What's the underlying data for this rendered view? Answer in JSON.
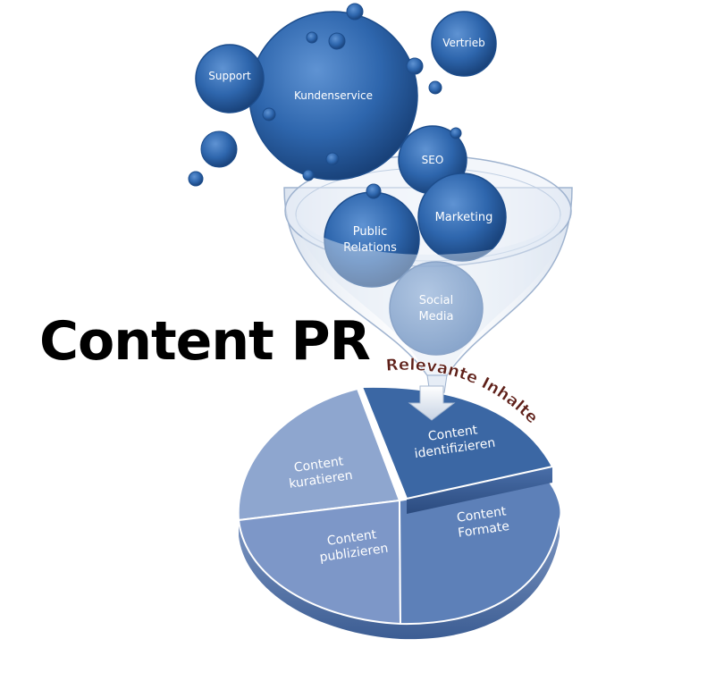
{
  "title": "Content PR",
  "bubbles": {
    "support": "Support",
    "kundenservice": "Kundenservice",
    "vertrieb": "Vertrieb",
    "seo": "SEO",
    "marketing": "Marketing",
    "public_relations": [
      "Public",
      "Relations"
    ],
    "social_media": [
      "Social",
      "Media"
    ]
  },
  "funnel_label": "Relevante Inhalte",
  "pie": {
    "identifizieren": [
      "Content",
      "identifizieren"
    ],
    "kuratieren": [
      "Content",
      "kuratieren"
    ],
    "publizieren": [
      "Content",
      "publizieren"
    ],
    "formate": [
      "Content",
      "Formate"
    ]
  },
  "colors": {
    "bubble": "#2c64ab",
    "pie_dark": "#3b67a4",
    "pie_light": "#8ea6cf",
    "pie_mid": "#6f8fc4"
  }
}
